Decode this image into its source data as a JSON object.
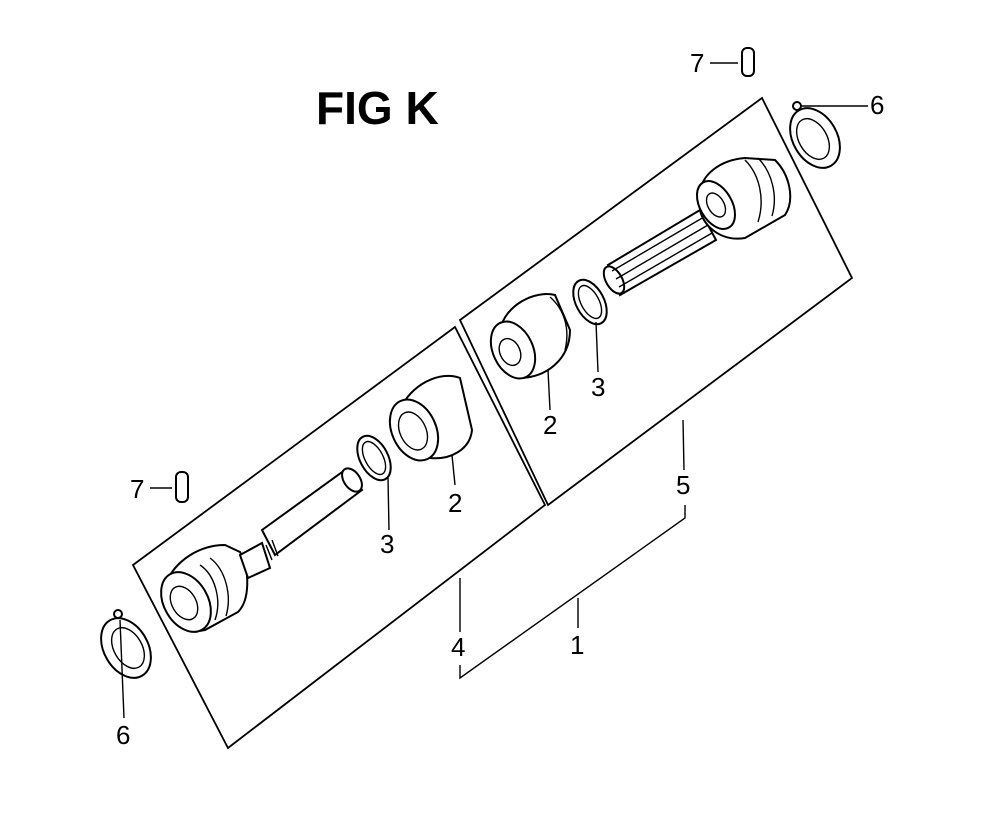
{
  "title": "FIG K",
  "callouts": {
    "top_pin": "7",
    "top_clamp": "6",
    "right_boot": "2",
    "right_ring": "3",
    "right_assembly": "5",
    "left_boot": "2",
    "left_ring": "3",
    "left_assembly": "4",
    "full_assembly": "1",
    "left_pin": "7",
    "left_clamp": "6"
  }
}
